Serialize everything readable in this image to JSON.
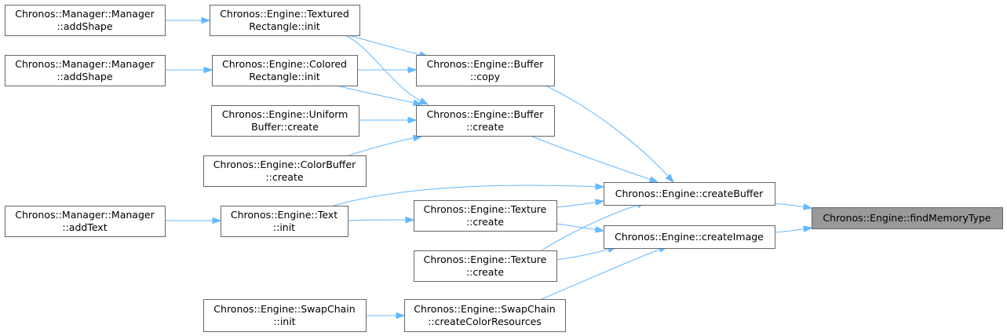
{
  "graph": {
    "nodes": [
      {
        "id": "root",
        "lines": [
          "Chronos::Engine::findMemoryType"
        ],
        "highlight": true
      },
      {
        "id": "createBuffer",
        "lines": [
          "Chronos::Engine::createBuffer"
        ]
      },
      {
        "id": "createImage",
        "lines": [
          "Chronos::Engine::createImage"
        ]
      },
      {
        "id": "bufferCopy",
        "lines": [
          "Chronos::Engine::Buffer",
          "::copy"
        ]
      },
      {
        "id": "bufferCreate",
        "lines": [
          "Chronos::Engine::Buffer",
          "::create"
        ]
      },
      {
        "id": "texCreate1",
        "lines": [
          "Chronos::Engine::Texture",
          "::create"
        ]
      },
      {
        "id": "texCreate2",
        "lines": [
          "Chronos::Engine::Texture",
          "::create"
        ]
      },
      {
        "id": "swapColor",
        "lines": [
          "Chronos::Engine::SwapChain",
          "::createColorResources"
        ]
      },
      {
        "id": "texRectInit",
        "lines": [
          "Chronos::Engine::Textured",
          "Rectangle::init"
        ]
      },
      {
        "id": "colRectInit",
        "lines": [
          "Chronos::Engine::Colored",
          "Rectangle::init"
        ]
      },
      {
        "id": "uniformCreate",
        "lines": [
          "Chronos::Engine::Uniform",
          "Buffer::create"
        ]
      },
      {
        "id": "colorBufCreate",
        "lines": [
          "Chronos::Engine::ColorBuffer",
          "::create"
        ]
      },
      {
        "id": "textInit",
        "lines": [
          "Chronos::Engine::Text",
          "::init"
        ]
      },
      {
        "id": "swapInit",
        "lines": [
          "Chronos::Engine::SwapChain",
          "::init"
        ]
      },
      {
        "id": "mgrAddShape1",
        "lines": [
          "Chronos::Manager::Manager",
          "::addShape"
        ]
      },
      {
        "id": "mgrAddShape2",
        "lines": [
          "Chronos::Manager::Manager",
          "::addShape"
        ]
      },
      {
        "id": "mgrAddText",
        "lines": [
          "Chronos::Manager::Manager",
          "::addText"
        ]
      }
    ],
    "edges": [
      {
        "from": "createBuffer",
        "to": "root"
      },
      {
        "from": "createImage",
        "to": "root"
      },
      {
        "from": "bufferCopy",
        "to": "createBuffer"
      },
      {
        "from": "bufferCreate",
        "to": "createBuffer"
      },
      {
        "from": "textInit",
        "to": "createBuffer"
      },
      {
        "from": "texCreate1",
        "to": "createBuffer"
      },
      {
        "from": "texCreate2",
        "to": "createBuffer"
      },
      {
        "from": "texCreate1",
        "to": "createImage"
      },
      {
        "from": "texCreate2",
        "to": "createImage"
      },
      {
        "from": "swapColor",
        "to": "createImage"
      },
      {
        "from": "texRectInit",
        "to": "bufferCopy"
      },
      {
        "from": "colRectInit",
        "to": "bufferCopy"
      },
      {
        "from": "texRectInit",
        "to": "bufferCreate"
      },
      {
        "from": "colRectInit",
        "to": "bufferCreate"
      },
      {
        "from": "uniformCreate",
        "to": "bufferCreate"
      },
      {
        "from": "colorBufCreate",
        "to": "bufferCreate"
      },
      {
        "from": "textInit",
        "to": "texCreate1"
      },
      {
        "from": "swapInit",
        "to": "swapColor"
      },
      {
        "from": "mgrAddShape1",
        "to": "texRectInit"
      },
      {
        "from": "mgrAddShape2",
        "to": "colRectInit"
      },
      {
        "from": "mgrAddText",
        "to": "textInit"
      }
    ]
  },
  "colors": {
    "edge": "#63b8ff",
    "node_border": "#666666",
    "node_fill": "#ffffff",
    "highlight_fill": "#999999"
  }
}
